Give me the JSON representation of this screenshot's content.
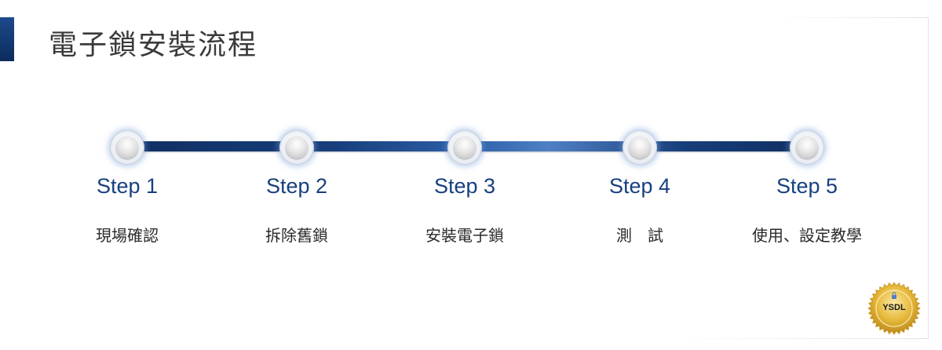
{
  "page": {
    "title": "電子鎖安裝流程"
  },
  "steps": [
    {
      "title": "Step 1",
      "label": "現場確認"
    },
    {
      "title": "Step 2",
      "label": "拆除舊鎖"
    },
    {
      "title": "Step 3",
      "label": "安裝電子鎖"
    },
    {
      "title": "Step 4",
      "label": "測　試"
    },
    {
      "title": "Step 5",
      "label": "使用、設定教學"
    }
  ],
  "logo": {
    "text": "YSDL"
  },
  "colors": {
    "accent": "#17407f",
    "track": "#173e7a",
    "seal_gold": "#e6b93a"
  },
  "icons": {
    "step_knob": "circle-knob-icon",
    "seal_lock": "lock-icon"
  }
}
